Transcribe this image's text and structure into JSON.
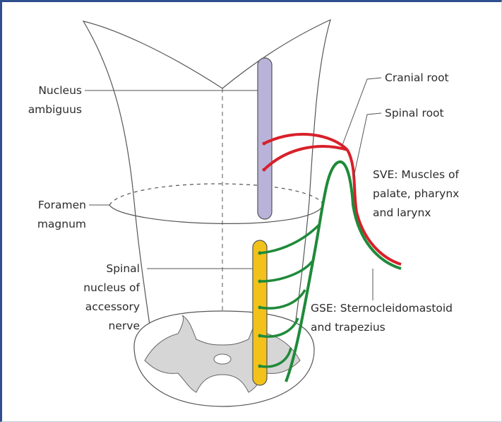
{
  "labels": {
    "nucleus_ambiguus_1": "Nucleus",
    "nucleus_ambiguus_2": "ambiguus",
    "foramen_magnum_1": "Foramen",
    "foramen_magnum_2": "magnum",
    "spinal_nucleus_1": "Spinal",
    "spinal_nucleus_2": "nucleus of",
    "spinal_nucleus_3": "accessory",
    "spinal_nucleus_4": "nerve",
    "cranial_root": "Cranial root",
    "spinal_root": "Spinal root",
    "sve_1": "SVE: Muscles of",
    "sve_2": "palate, pharynx",
    "sve_3": "and larynx",
    "gse_1": "GSE: Sternocleidomastoid",
    "gse_2": "and trapezius"
  },
  "colors": {
    "frame": "#2f4f8f",
    "nucleus_ambiguus_fill": "#b9b3d9",
    "spinal_nucleus_fill": "#f2c21b",
    "gray_matter": "#d6d6d6",
    "cranial_fibres": "#d8202a",
    "spinal_fibres": "#1f8a3a",
    "outline": "#555555"
  }
}
